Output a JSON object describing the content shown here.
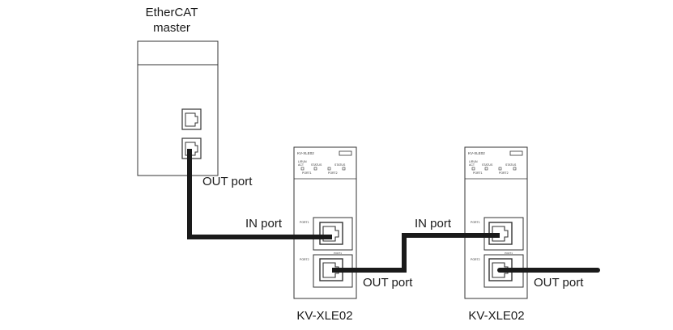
{
  "master": {
    "title_line1": "EtherCAT",
    "title_line2": "master",
    "out_port_label": "OUT port"
  },
  "units": [
    {
      "model_label": "KV-XLE02",
      "in_port_label": "IN port",
      "out_port_label": "OUT port",
      "panel_brand": "KV-XLE02",
      "led_left_top": "L/RUN",
      "led_left_bottom": "ACT",
      "led_status": "STATUS",
      "port1_text": "PORT1",
      "port2_text": "PORT2"
    },
    {
      "model_label": "KV-XLE02",
      "in_port_label": "IN port",
      "out_port_label": "OUT port",
      "panel_brand": "KV-XLE02",
      "led_left_top": "L/RUN",
      "led_left_bottom": "ACT",
      "led_status": "STATUS",
      "port1_text": "PORT1",
      "port2_text": "PORT2"
    }
  ],
  "colors": {
    "cable": "#1a1a1a",
    "device_fill": "#ffffff",
    "device_stroke": "#333333"
  }
}
